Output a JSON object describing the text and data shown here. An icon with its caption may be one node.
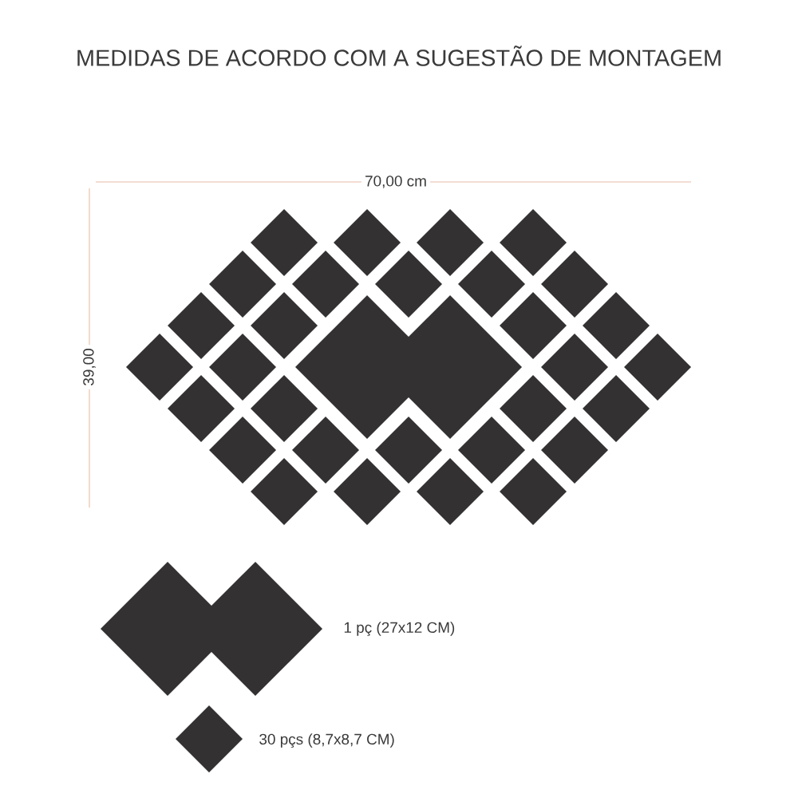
{
  "diagram": {
    "title": "MEDIDAS DE ACORDO COM A SUGESTÃO DE MONTAGEM",
    "labels": [
      "70,00 cm",
      "39,00",
      "1 pç (27x12 CM)",
      "30 pçs (8,7x8,7 CM)"
    ]
  }
}
